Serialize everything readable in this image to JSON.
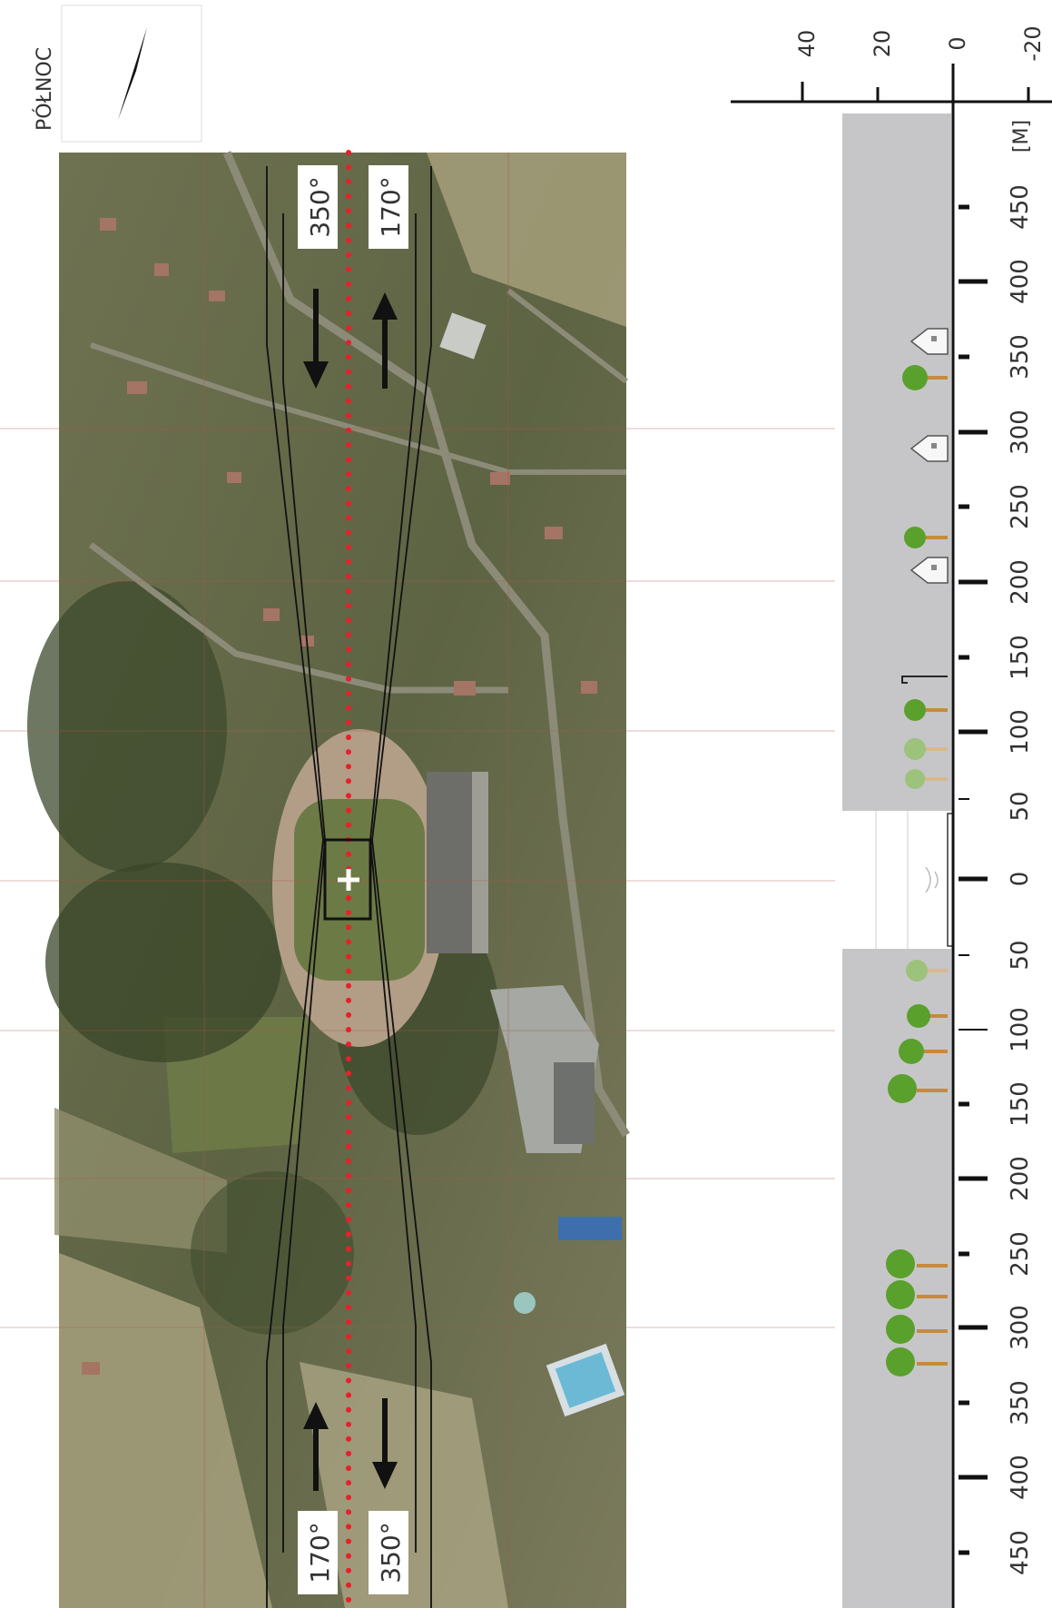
{
  "compass": {
    "label": "PÓŁNOC",
    "icon": "north-arrow-icon"
  },
  "runway": {
    "heading_top_left": "350°",
    "heading_top_right": "170°",
    "heading_bottom_left": "170°",
    "heading_bottom_right": "350°",
    "center_marker_icon": "plus-icon"
  },
  "profile": {
    "height_ticks": [
      "40",
      "20",
      "0",
      "-20"
    ],
    "unit": "[M]",
    "distance_labels_north": [
      "450",
      "400",
      "350",
      "300",
      "250",
      "200",
      "150",
      "100",
      "50"
    ],
    "center_label": "0",
    "distance_labels_south": [
      "50",
      "100",
      "150",
      "200",
      "250",
      "300",
      "350",
      "400",
      "450"
    ]
  },
  "colors": {
    "terrain": "#c6c6c8",
    "route_dots": "#e8202a",
    "tree": "#5aa02c",
    "trunk": "#c78a3c",
    "grid": "#b0544a"
  }
}
